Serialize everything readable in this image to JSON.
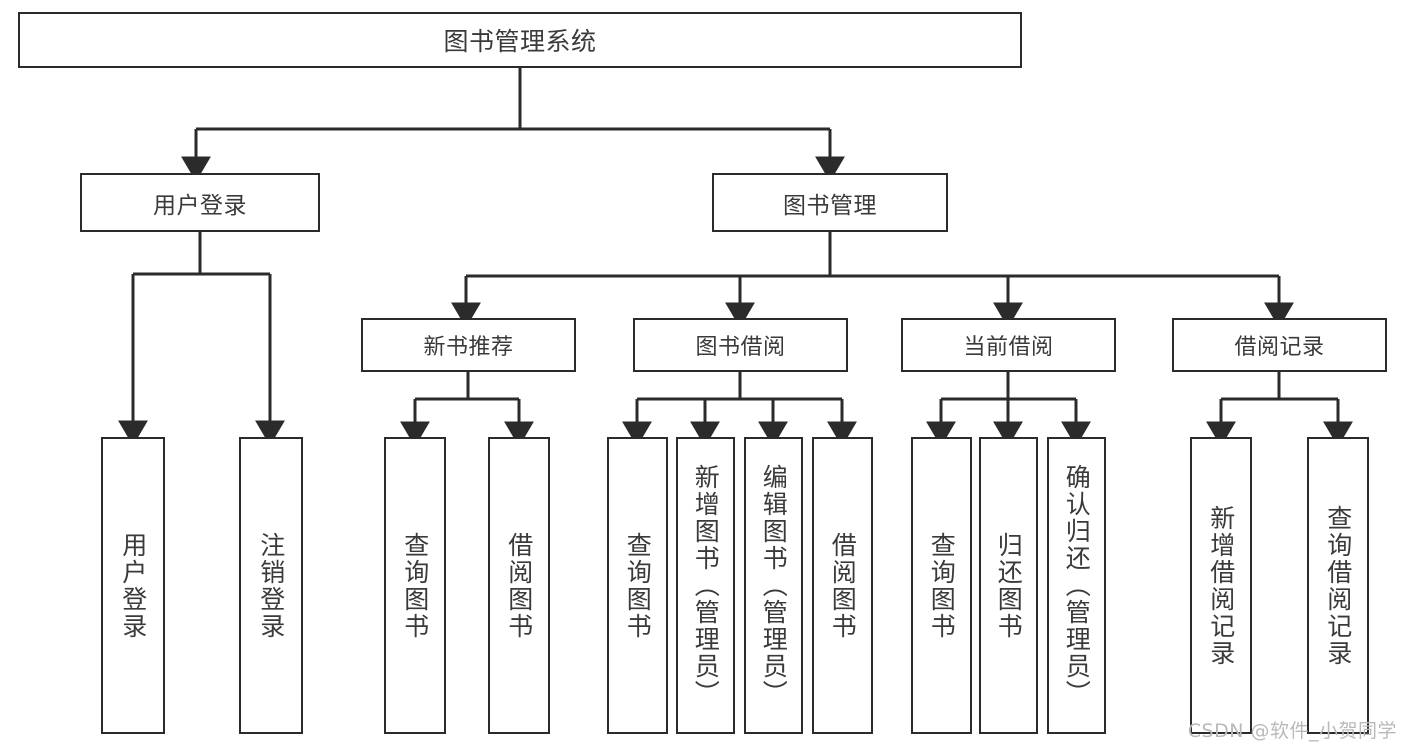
{
  "diagram": {
    "type": "hierarchy-tree",
    "title": "图书管理系统",
    "root": {
      "label": "图书管理系统"
    },
    "level2": [
      {
        "label": "用户登录"
      },
      {
        "label": "图书管理"
      }
    ],
    "level3": [
      {
        "label": "新书推荐"
      },
      {
        "label": "图书借阅"
      },
      {
        "label": "当前借阅"
      },
      {
        "label": "借阅记录"
      }
    ],
    "leaves": {
      "user_login": [
        {
          "label": "用户登录"
        },
        {
          "label": "注销登录"
        }
      ],
      "new_book_recommend": [
        {
          "label": "查询图书"
        },
        {
          "label": "借阅图书"
        }
      ],
      "book_borrow": [
        {
          "label": "查询图书"
        },
        {
          "label": "新增图书（管理员）"
        },
        {
          "label": "编辑图书（管理员）"
        },
        {
          "label": "借阅图书"
        }
      ],
      "current_borrow": [
        {
          "label": "查询图书"
        },
        {
          "label": "归还图书"
        },
        {
          "label": "确认归还（管理员）"
        }
      ],
      "borrow_record": [
        {
          "label": "新增借阅记录"
        },
        {
          "label": "查询借阅记录"
        }
      ]
    },
    "colors": {
      "border": "#2b2b2b",
      "text": "#3a3a3a",
      "background": "#ffffff",
      "watermark": "#b9b9b9"
    }
  },
  "watermark": {
    "text": "CSDN @软件_小贺同学"
  }
}
